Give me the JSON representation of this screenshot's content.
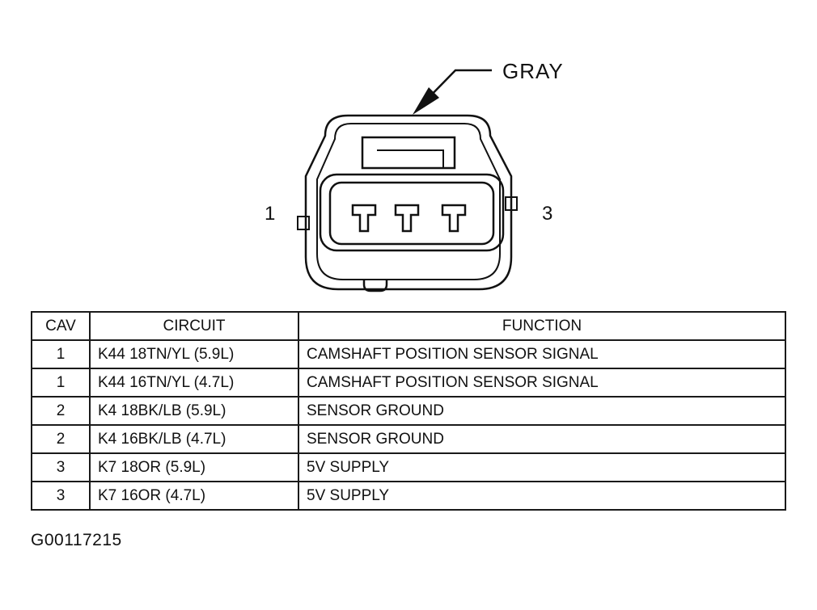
{
  "diagram": {
    "color_callout": "GRAY",
    "pin_labels": [
      "1",
      "3"
    ]
  },
  "table": {
    "headers": [
      "CAV",
      "CIRCUIT",
      "FUNCTION"
    ],
    "rows": [
      {
        "cav": "1",
        "circuit": "K44 18TN/YL (5.9L)",
        "function": "CAMSHAFT POSITION SENSOR SIGNAL"
      },
      {
        "cav": "1",
        "circuit": "K44 16TN/YL (4.7L)",
        "function": "CAMSHAFT POSITION SENSOR SIGNAL"
      },
      {
        "cav": "2",
        "circuit": "K4 18BK/LB (5.9L)",
        "function": "SENSOR GROUND"
      },
      {
        "cav": "2",
        "circuit": "K4 16BK/LB (4.7L)",
        "function": "SENSOR GROUND"
      },
      {
        "cav": "3",
        "circuit": "K7 18OR (5.9L)",
        "function": "5V SUPPLY"
      },
      {
        "cav": "3",
        "circuit": "K7 16OR (4.7L)",
        "function": "5V SUPPLY"
      }
    ]
  },
  "figure_id": "G00117215"
}
